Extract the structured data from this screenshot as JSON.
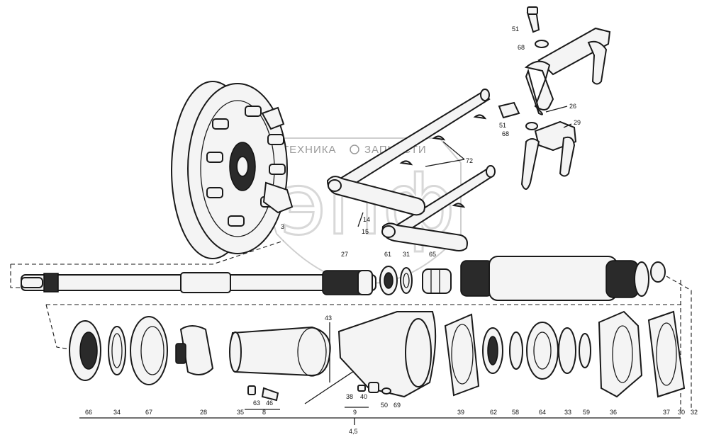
{
  "watermark": {
    "text_left": "ТЕХНИКА",
    "text_right": "ЗАПЧАСТИ",
    "logo_letters": "эпф"
  },
  "labels": {
    "p51_top": "51",
    "p68_top": "68",
    "p26": "26",
    "p29": "29",
    "p51_mid": "51",
    "p68_mid": "68",
    "p72": "72",
    "p14": "14",
    "p15": "15",
    "p3": "3",
    "p27": "27",
    "p61": "61",
    "p31": "31",
    "p65": "65",
    "p43": "43",
    "p66": "66",
    "p34": "34",
    "p67": "67",
    "p28": "28",
    "p35": "35",
    "p63": "63",
    "p46": "46",
    "p8": "8",
    "p38": "38",
    "p40": "40",
    "p9": "9",
    "p50": "50",
    "p69": "69",
    "p39": "39",
    "p62": "62",
    "p58": "58",
    "p64": "64",
    "p33": "33",
    "p59": "59",
    "p36": "36",
    "p37": "37",
    "p30": "30",
    "p32": "32",
    "p45": "4,5"
  }
}
